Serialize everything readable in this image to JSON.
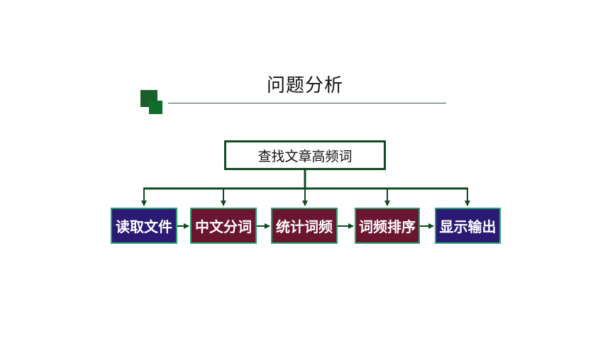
{
  "title": "问题分析",
  "diagram": {
    "root": "查找文章高频词",
    "steps": [
      "读取文件",
      "中文分词",
      "统计词频",
      "词频排序",
      "显示输出"
    ]
  },
  "colors": {
    "connector": "#0f4a22",
    "step_blue": "#2a1a74",
    "step_maroon": "#6a1630",
    "step_border": "#26a36a",
    "accent_square": "#1b5e2a"
  }
}
